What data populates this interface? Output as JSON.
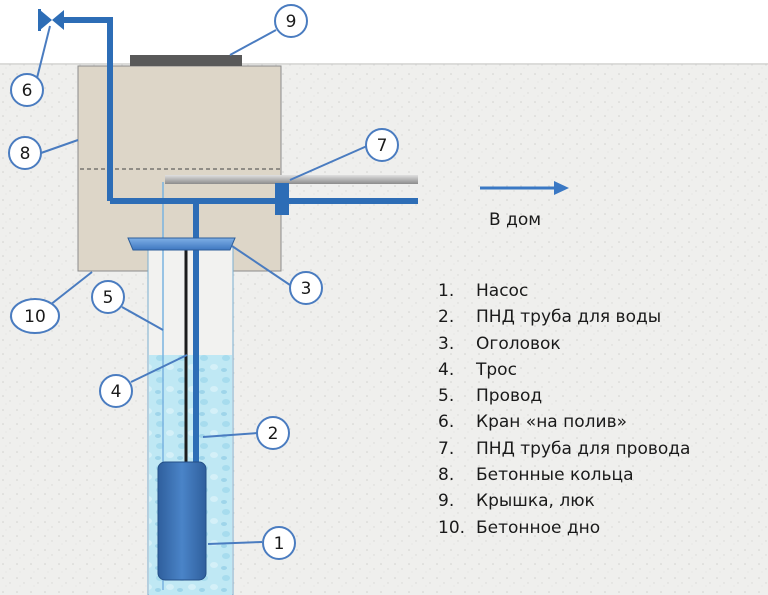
{
  "direction_label": "В дом",
  "callouts": [
    "1",
    "2",
    "3",
    "4",
    "5",
    "6",
    "7",
    "8",
    "9",
    "10"
  ],
  "legend": [
    {
      "num": "1.",
      "text": "Насос"
    },
    {
      "num": "2.",
      "text": "ПНД труба для воды"
    },
    {
      "num": "3.",
      "text": "Оголовок"
    },
    {
      "num": "4.",
      "text": "Трос"
    },
    {
      "num": "5.",
      "text": "Провод"
    },
    {
      "num": "6.",
      "text": "Кран «на полив»"
    },
    {
      "num": "7.",
      "text": "ПНД труба для провода"
    },
    {
      "num": "8.",
      "text": "Бетонные кольца"
    },
    {
      "num": "9.",
      "text": "Крышка, люк"
    },
    {
      "num": "10.",
      "text": "Бетонное дно"
    }
  ],
  "colors": {
    "sky": "#ffffff",
    "ground": "#efefed",
    "concrete": "#ddd6c8",
    "pipe": "#2d6db6",
    "water": "#bfe8f4",
    "pump": "#3b73b9",
    "grey_pipe": "#b9b9b9",
    "lid": "#595959",
    "callout_line": "#4a7cc0"
  }
}
